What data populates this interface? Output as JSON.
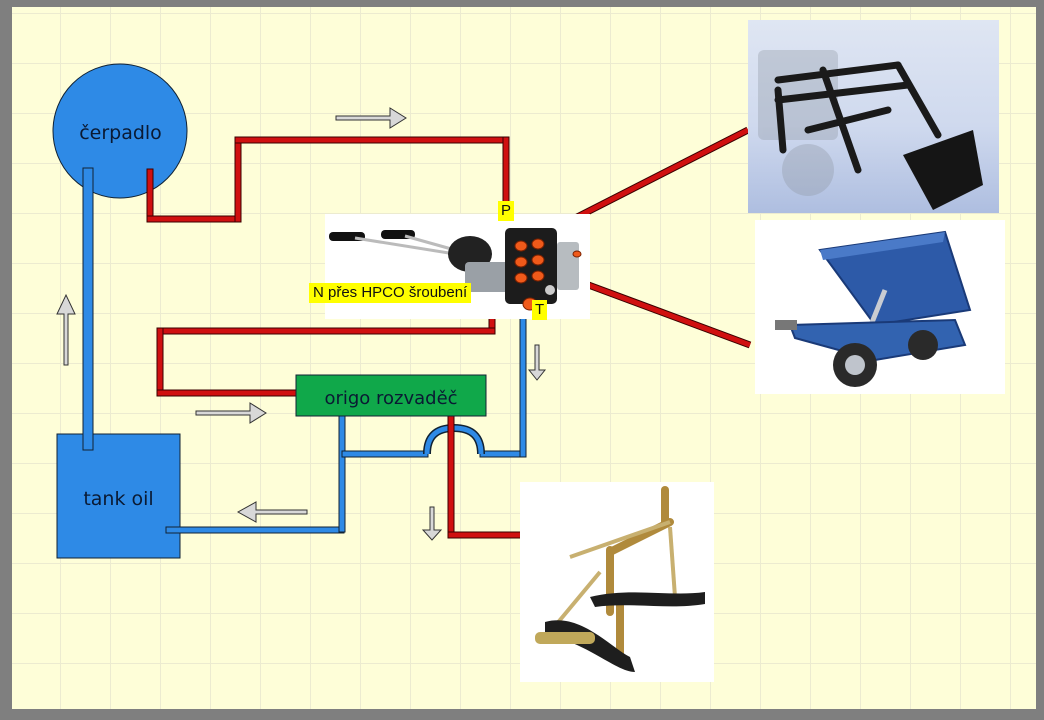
{
  "diagram": {
    "title": "",
    "colors": {
      "background": "#fefed8",
      "grid": "#ecebd0",
      "frame": "#7f7f7f",
      "pressure_line": "#d01010",
      "return_line": "#2e8ae6",
      "pump": "#2e8ae6",
      "tank": "#2e8ae6",
      "valve_box": "#10a84a",
      "arrow_fill": "#d8d8d8",
      "label_highlight": "#ffff00"
    },
    "nodes": {
      "pump": {
        "label": "čerpadlo",
        "shape": "circle"
      },
      "tank": {
        "label": "tank oil",
        "shape": "rectangle"
      },
      "origin_valve": {
        "label": "origo rozvaděč",
        "shape": "rectangle"
      },
      "control_valve": {
        "label": "control valve (photo)",
        "ports": {
          "pressure": "P",
          "tank": "T"
        }
      }
    },
    "annotations": {
      "connection_note": "N přes HPCO šroubení",
      "port_p": "P",
      "port_t": "T"
    },
    "images": {
      "front_loader": "front-loader-photo",
      "tipping_trailer": "tipping-trailer-photo",
      "three_point_hitch": "three-point-hitch-photo",
      "valve": "monoblock-valve-photo"
    },
    "flow_arrows": [
      {
        "id": "pump-out",
        "direction": "right"
      },
      {
        "id": "tank-to-pump",
        "direction": "up"
      },
      {
        "id": "to-origo",
        "direction": "right"
      },
      {
        "id": "return-to-tank",
        "direction": "left"
      },
      {
        "id": "valve-t-down",
        "direction": "down"
      },
      {
        "id": "hitch-down",
        "direction": "down"
      }
    ]
  }
}
